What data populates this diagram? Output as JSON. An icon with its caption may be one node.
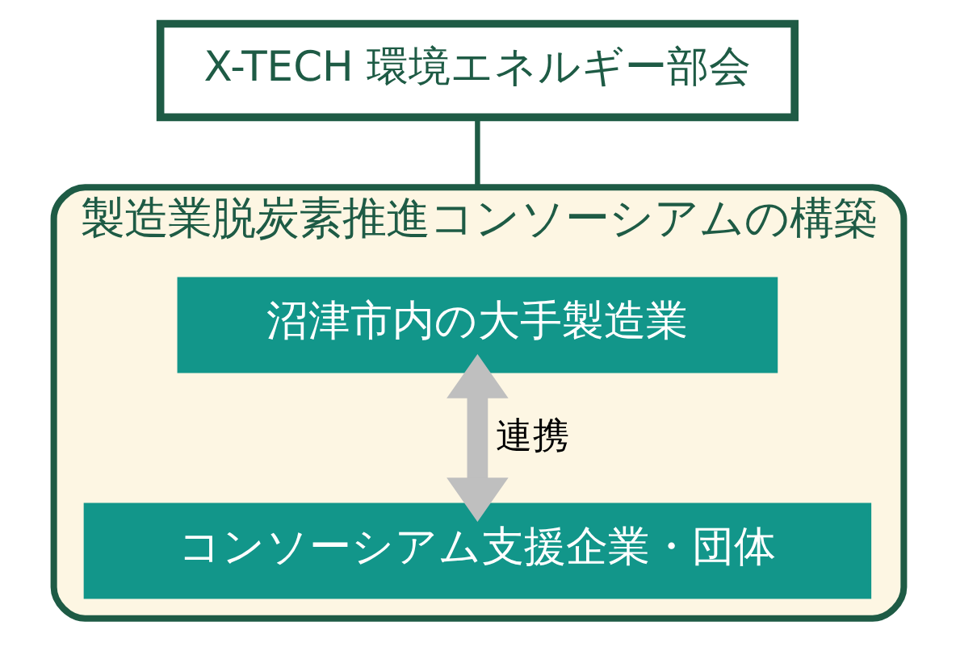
{
  "diagram": {
    "nodes": [
      {
        "text": [
          "X-TECH 環境エネルギー部会"
        ]
      },
      {
        "text": [
          "製造業脱炭素推進コンソーシアムの構築"
        ]
      },
      {
        "text": [
          "沼津市内の大手製造業"
        ],
        "in": 1
      },
      {
        "text": [
          "コンソーシアム支援企業・団体"
        ],
        "in": 1
      }
    ],
    "edges": [
      {
        "from": 0,
        "to": 1,
        "arrow": "none"
      },
      {
        "from": 2,
        "to": 3,
        "arrow": "both",
        "label": "連携",
        "style": "thick",
        "color": "#bfbfbf"
      }
    ]
  }
}
